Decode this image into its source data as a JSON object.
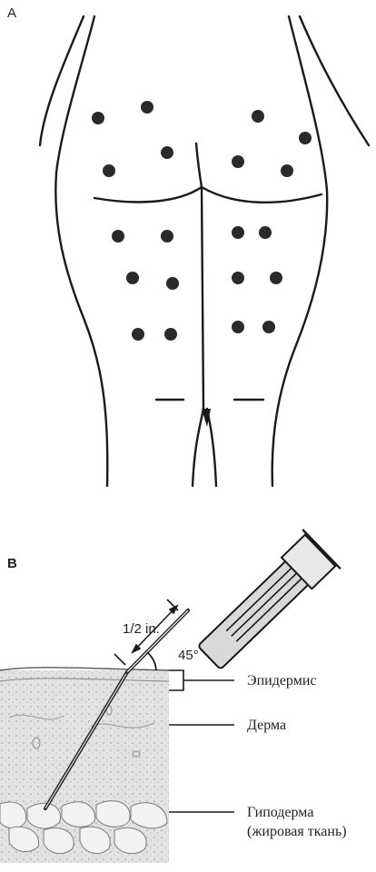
{
  "panel_a": {
    "letter": "A"
  },
  "panel_b": {
    "letter": "B",
    "length_label": "1/2 in.",
    "angle_label": "45°",
    "layers": [
      {
        "name": "epidermis",
        "label": "Эпидермис"
      },
      {
        "name": "dermis",
        "label": "Дерма"
      },
      {
        "name": "hypodermis",
        "label": "Гиподерма"
      },
      {
        "name": "hypodermis-note",
        "label": "(жировая ткань)"
      }
    ]
  },
  "colors": {
    "line": "#1a1a1a",
    "dot": "#2a2a2a",
    "skin_fill": "#e6e6e6",
    "needle_fill": "#d9d9d9"
  }
}
